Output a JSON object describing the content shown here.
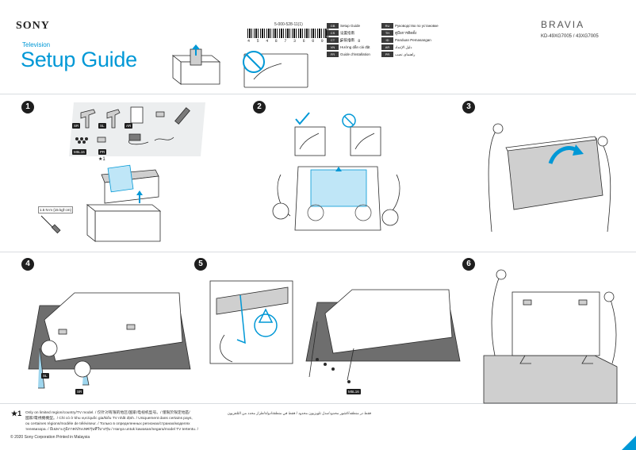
{
  "header": {
    "brand": "SONY",
    "category": "Television",
    "title": "Setup Guide",
    "product_line": "BRAVIA",
    "models": "KD-49XG7005 / 43XG7005",
    "doc_code": "5-000-528-11(1)",
    "barcode_digits": "4 5 4 8 7 3 6 0 9 3 1 7 8"
  },
  "languages_left": [
    {
      "code": "GB",
      "name": "Setup Guide"
    },
    {
      "code": "CS",
      "name": "设置指南"
    },
    {
      "code": "CT",
      "name": "安裝指南"
    },
    {
      "code": "VN",
      "name": "Hướng dẫn cài đặt"
    },
    {
      "code": "FR",
      "name": "Guide d'installation"
    }
  ],
  "languages_right": [
    {
      "code": "RU",
      "name": "Руководство по установке"
    },
    {
      "code": "TH",
      "name": "คู่มือการติดตั้ง"
    },
    {
      "code": "ID",
      "name": "Panduan Pemasangan"
    },
    {
      "code": "AR",
      "name": "دليل الإعداد"
    },
    {
      "code": "PR",
      "name": "راهنمای نصب"
    }
  ],
  "steps": [
    {
      "number": "1"
    },
    {
      "number": "2"
    },
    {
      "number": "3"
    },
    {
      "number": "4"
    },
    {
      "number": "5"
    },
    {
      "number": "6"
    }
  ],
  "parts": {
    "sr": "SR",
    "sl": "SL",
    "m5x16": "M5L16",
    "pr": "PR",
    "ar": "AR",
    "star": "★1",
    "torque_line1": "1.5 N·m {15 kgf·cm}",
    "torque_line2": "{15 kgf·cm}"
  },
  "footnote": {
    "marker": "★1",
    "line1": "Only on limited region/country/TV model. / 仅针对有限的地区/国家/电视机型号。/ 僅限於限定地區/",
    "line2": "國家/電視機機型。/ Chỉ có ở khu vực/quốc gia/kiểu TV nhất định. / Uniquement dans certains pays,",
    "line3": "ou certaines régions/modèle de téléviseur. / Только в определенных регионах/странах/моделях",
    "line4": "телевизора. / มีเฉพาะภูมิภาค/ประเทศ/รุ่นทีวีบางรุ่น / Hanya untuk kawasan/negara/model TV tertentu. /",
    "arabic": "فقط در منطقه/کشور محدود/مدل تلویزیون محدود / فقط في منطقة/دولة/طراز محدد من التلفزيون"
  },
  "copyright": "© 2020 Sony Corporation   Printed in Malaysia",
  "colors": {
    "accent": "#0098d6",
    "dark": "#1e1e1e"
  }
}
